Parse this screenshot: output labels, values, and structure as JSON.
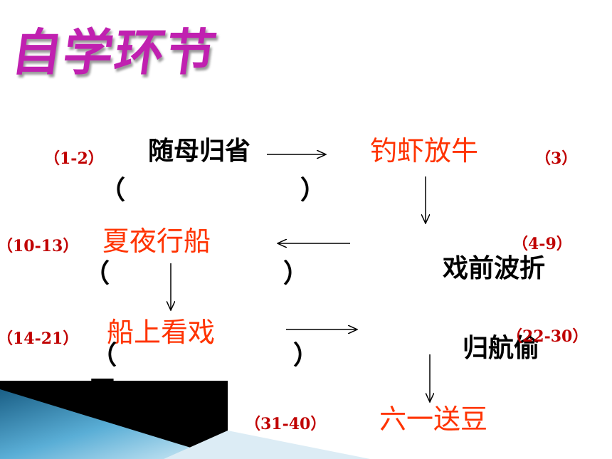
{
  "title": "自学环节",
  "nodes": {
    "n1": {
      "label": "随母归省",
      "range": "（1-2）"
    },
    "n2": {
      "label": "钓虾放牛",
      "range": "（3）"
    },
    "n3": {
      "label": "戏前波折",
      "range": "（4-9）"
    },
    "n4": {
      "label": "夏夜行船",
      "range": "（10-13）"
    },
    "n5": {
      "label": "船上看戏",
      "range": "（14-21）"
    },
    "n6": {
      "label": "归航偷",
      "range": "（22-30）"
    },
    "n7": {
      "label": "六一送豆",
      "range": "（31-40）"
    }
  },
  "parens": {
    "open": "（",
    "close": "）"
  },
  "fragment": "豆"
}
